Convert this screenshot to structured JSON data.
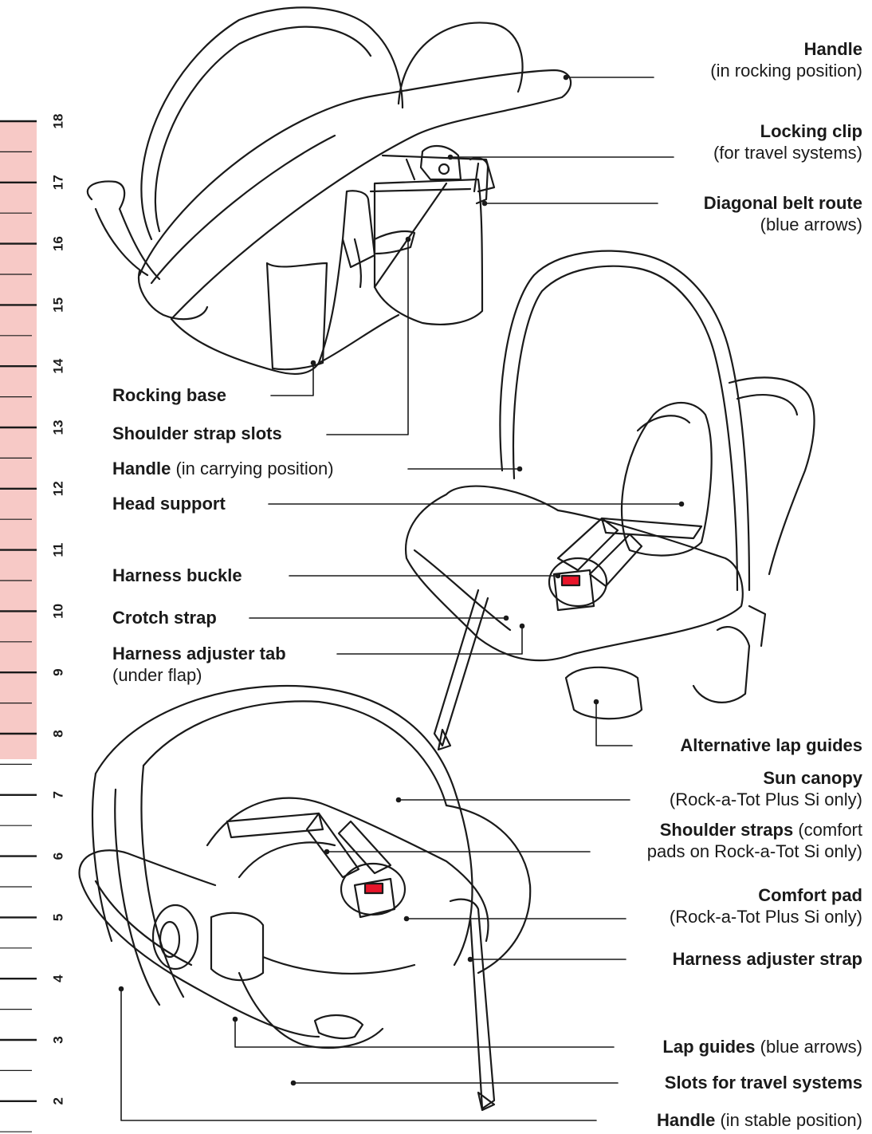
{
  "ruler": {
    "highlight_color": "#f7c9c6",
    "numbers": [
      "18",
      "17",
      "16",
      "15",
      "14",
      "13",
      "12",
      "11",
      "10",
      "9",
      "8",
      "7",
      "6",
      "5",
      "4",
      "3",
      "2"
    ]
  },
  "labels": {
    "handle_rocking": {
      "bold": "Handle",
      "normal": "(in rocking position)"
    },
    "locking_clip": {
      "bold": "Locking clip",
      "normal": "(for travel systems)"
    },
    "diagonal_belt": {
      "bold": "Diagonal belt route",
      "normal": "(blue arrows)"
    },
    "rocking_base": {
      "bold": "Rocking base"
    },
    "shoulder_strap_slots": {
      "bold": "Shoulder strap slots"
    },
    "handle_carrying": {
      "bold": "Handle",
      "normal": " (in carrying position)"
    },
    "head_support": {
      "bold": "Head support"
    },
    "harness_buckle": {
      "bold": "Harness buckle"
    },
    "crotch_strap": {
      "bold": "Crotch strap"
    },
    "harness_adjuster_tab": {
      "bold": "Harness adjuster tab",
      "normal": "(under flap)"
    },
    "alt_lap_guides": {
      "bold": "Alternative lap guides"
    },
    "sun_canopy": {
      "bold": "Sun canopy",
      "normal": "(Rock-a-Tot Plus Si only)"
    },
    "shoulder_straps": {
      "bold": "Shoulder straps",
      "normal": " (comfort",
      "normal2": "pads on Rock-a-Tot Si only)"
    },
    "comfort_pad": {
      "bold": "Comfort pad",
      "normal": "(Rock-a-Tot Plus Si only)"
    },
    "harness_adjuster_strap": {
      "bold": "Harness adjuster strap"
    },
    "lap_guides": {
      "bold": "Lap guides",
      "normal": " (blue arrows)"
    },
    "slots_travel": {
      "bold": "Slots for travel systems"
    },
    "handle_stable": {
      "bold": "Handle",
      "normal": " (in stable position)"
    }
  }
}
